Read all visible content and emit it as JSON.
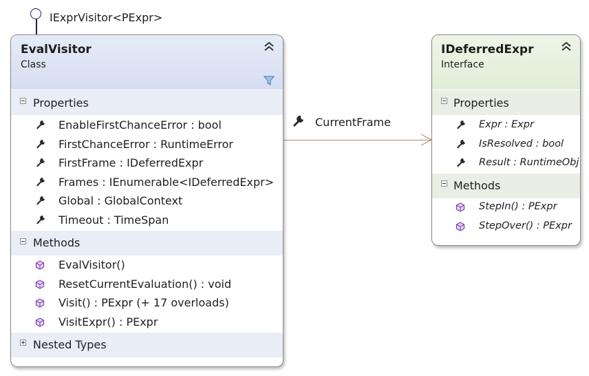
{
  "implemented_interface": {
    "label": "IExprVisitor<PExpr>"
  },
  "eval_visitor": {
    "name": "EvalVisitor",
    "kind": "Class",
    "sections": {
      "properties": {
        "label": "Properties",
        "items": [
          "EnableFirstChanceError : bool",
          "FirstChanceError : RuntimeError",
          "FirstFrame : IDeferredExpr",
          "Frames : IEnumerable<IDeferredExpr>",
          "Global : GlobalContext",
          "Timeout : TimeSpan"
        ]
      },
      "methods": {
        "label": "Methods",
        "items": [
          "EvalVisitor()",
          "ResetCurrentEvaluation() : void",
          "Visit() : PExpr (+ 17 overloads)",
          "VisitExpr() : PExpr"
        ]
      },
      "nested_types": {
        "label": "Nested Types"
      }
    }
  },
  "deferred_expr": {
    "name": "IDeferredExpr",
    "kind": "Interface",
    "sections": {
      "properties": {
        "label": "Properties",
        "items": [
          "Expr : Expr",
          "IsResolved : bool",
          "Result : RuntimeObj"
        ]
      },
      "methods": {
        "label": "Methods",
        "items": [
          "StepIn() : PExpr",
          "StepOver() : PExpr"
        ]
      }
    }
  },
  "association": {
    "label": "CurrentFrame"
  },
  "colors": {
    "class_header": "#d6def2",
    "interface_header": "#e2edd8",
    "association_line": "#c0876a",
    "method_icon": "#7a3fb5",
    "lollipop": "#1a1a6e"
  }
}
